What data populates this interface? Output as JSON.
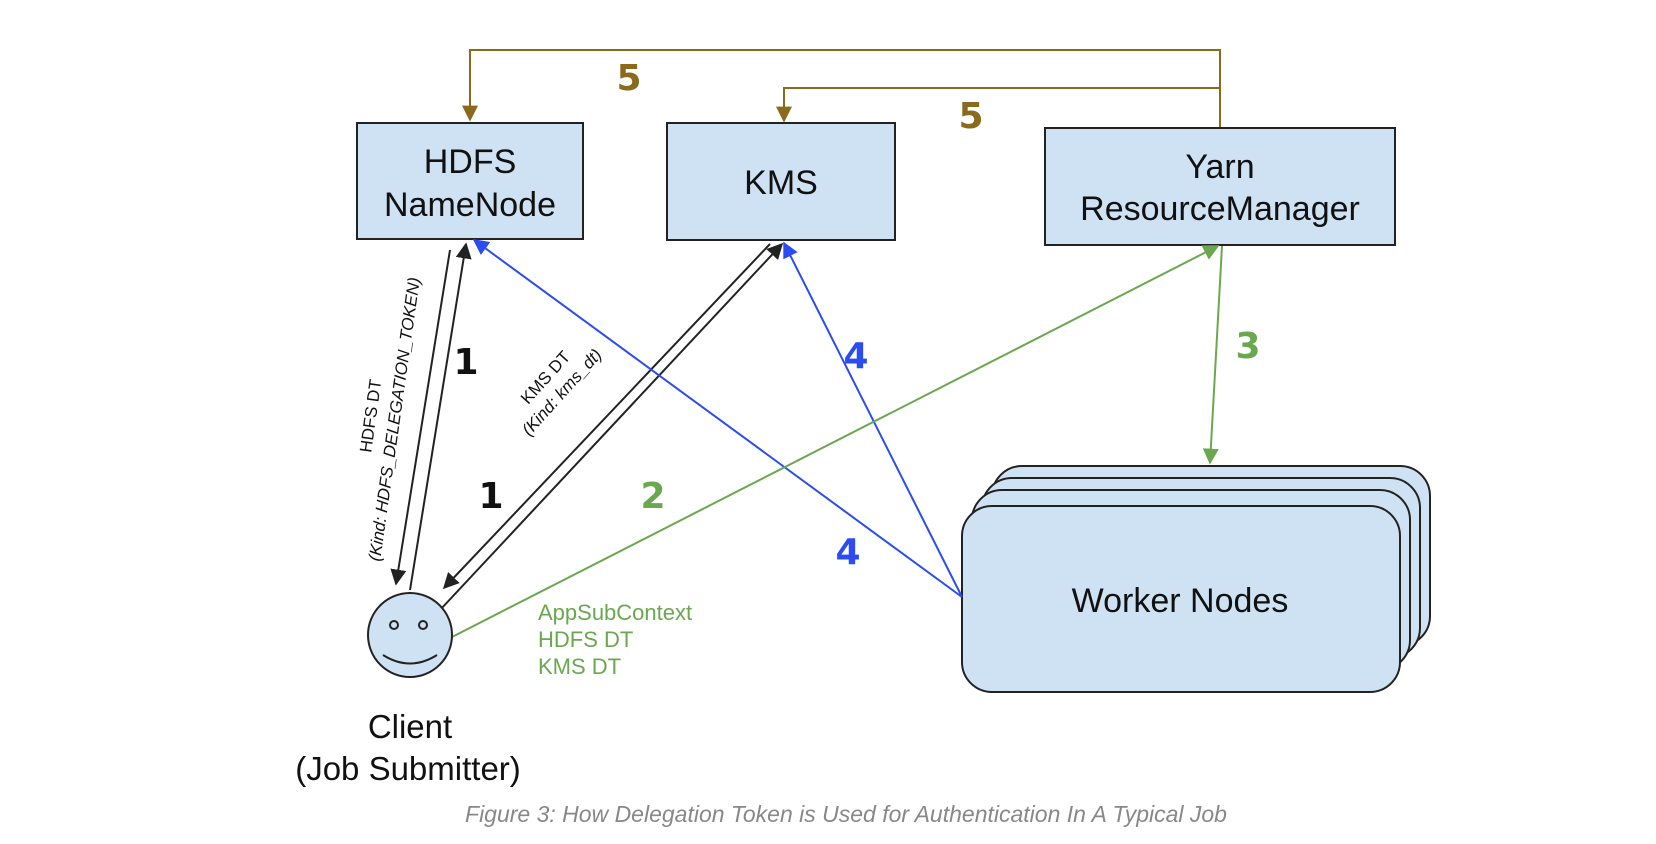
{
  "nodes": {
    "namenode": {
      "line1": "HDFS",
      "line2": "NameNode"
    },
    "kms": {
      "label": "KMS"
    },
    "resourcemanager": {
      "line1": "Yarn",
      "line2": "ResourceManager"
    },
    "workers": {
      "label": "Worker Nodes"
    },
    "client": {
      "line1": "Client",
      "line2": "(Job Submitter)"
    }
  },
  "edge_labels": {
    "hdfs_dt": "HDFS DT",
    "hdfs_dt_kind": "(Kind: HDFS_DELEGATION_TOKEN)",
    "kms_dt": "KMS DT",
    "kms_dt_kind": "(Kind: kms_dt)",
    "app_context": [
      "AppSubContext",
      "HDFS DT",
      "KMS DT"
    ]
  },
  "steps": {
    "s1a": "1",
    "s1b": "1",
    "s2": "2",
    "s3": "3",
    "s4a": "4",
    "s4b": "4",
    "s5a": "5",
    "s5b": "5"
  },
  "caption": "Figure 3: How Delegation Token is Used for Authentication In A Typical Job",
  "colors": {
    "box_fill": "#cfe2f3",
    "black": "#222222",
    "blue": "#2b4cf0",
    "green": "#6aa84f",
    "brown": "#8a6a1c"
  }
}
